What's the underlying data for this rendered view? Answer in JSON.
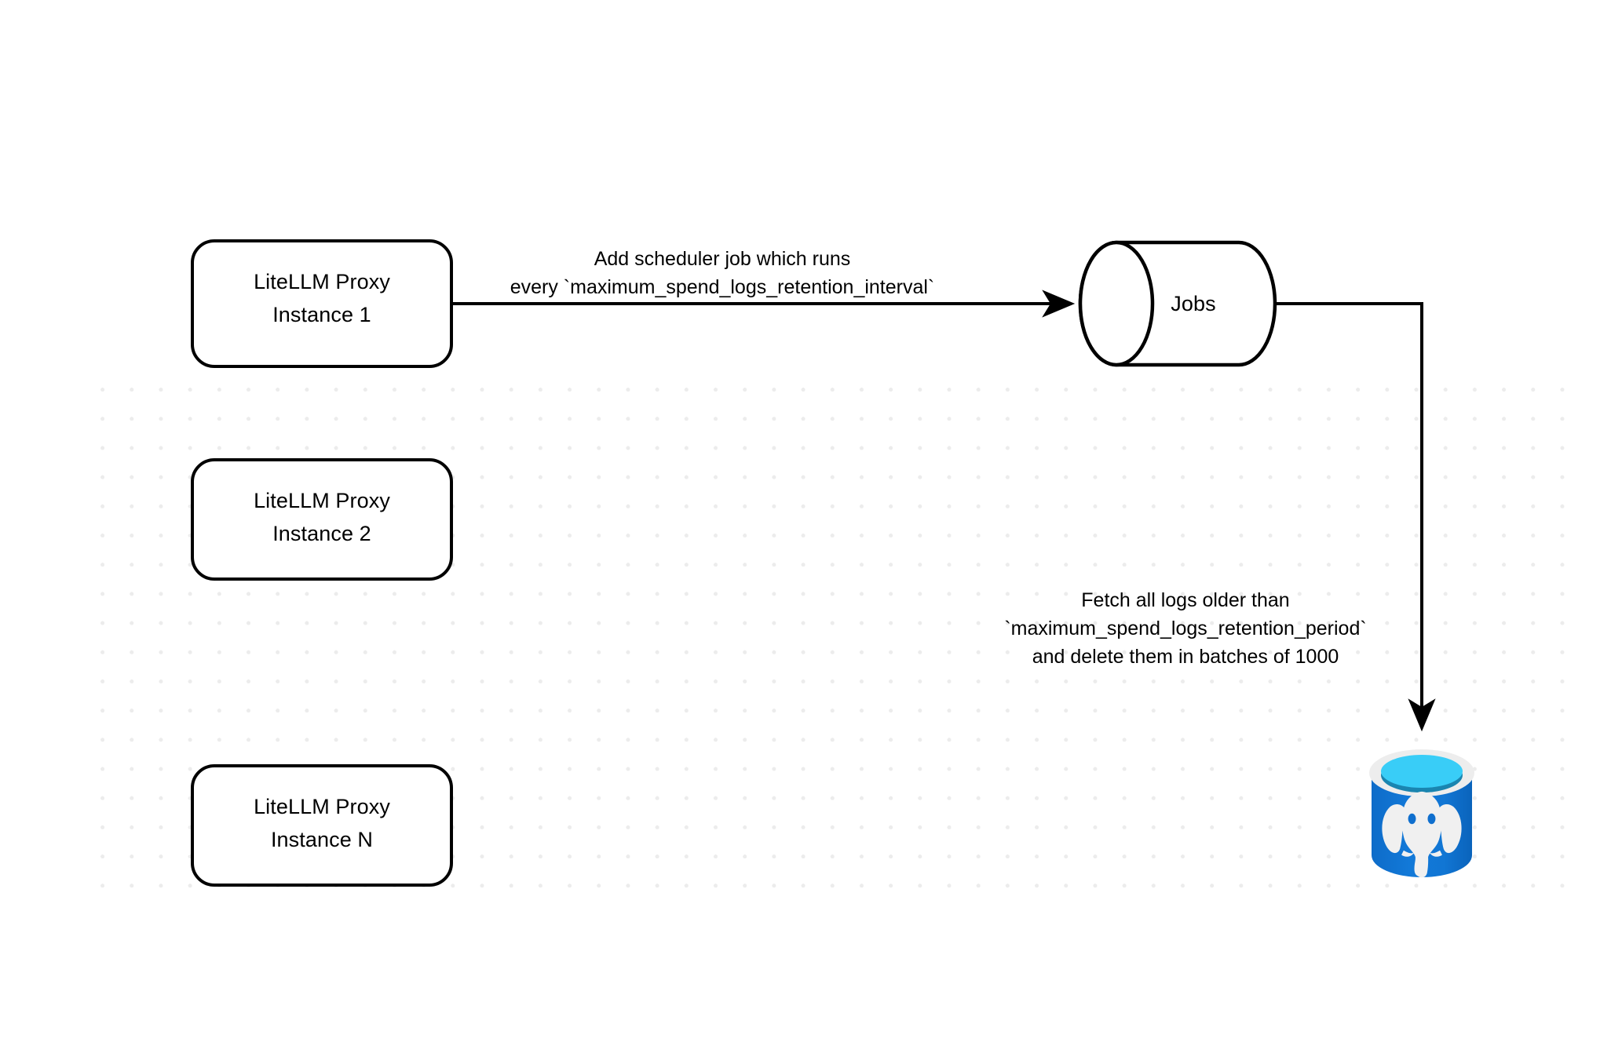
{
  "diagram": {
    "title": "LiteLLM spend logs retention scheduler flow",
    "background_color": "#ffffff",
    "grid_dot_color": "#ececec",
    "stroke_color": "#000000"
  },
  "nodes": {
    "proxy_instance_1": {
      "label": "LiteLLM Proxy\nInstance 1",
      "shape": "rounded-rectangle"
    },
    "proxy_instance_2": {
      "label": "LiteLLM Proxy\nInstance 2",
      "shape": "rounded-rectangle"
    },
    "proxy_instance_n": {
      "label": "LiteLLM Proxy\nInstance N",
      "shape": "rounded-rectangle"
    },
    "jobs_queue": {
      "label": "Jobs",
      "shape": "cylinder"
    },
    "database": {
      "label": "",
      "shape": "postgresql-database-icon",
      "colors": {
        "body": "#0f6fce",
        "body_light": "#1a86e0",
        "rim": "#ededed",
        "top_fill": "#39cdf7",
        "top_shadow": "#1a85b0",
        "elephant": "#f0f0f0"
      }
    }
  },
  "edges": {
    "scheduler_edge": {
      "line_1": "Add scheduler",
      "line_1_rest": " job which runs",
      "line_2": "every `maximum_spend_logs_retention_interval`"
    },
    "fetch_edge": {
      "line_1": "Fetch all logs older than",
      "line_2": "`maximum_spend_logs_retention_period`",
      "line_3": "and delete them in batches of 1000"
    }
  }
}
